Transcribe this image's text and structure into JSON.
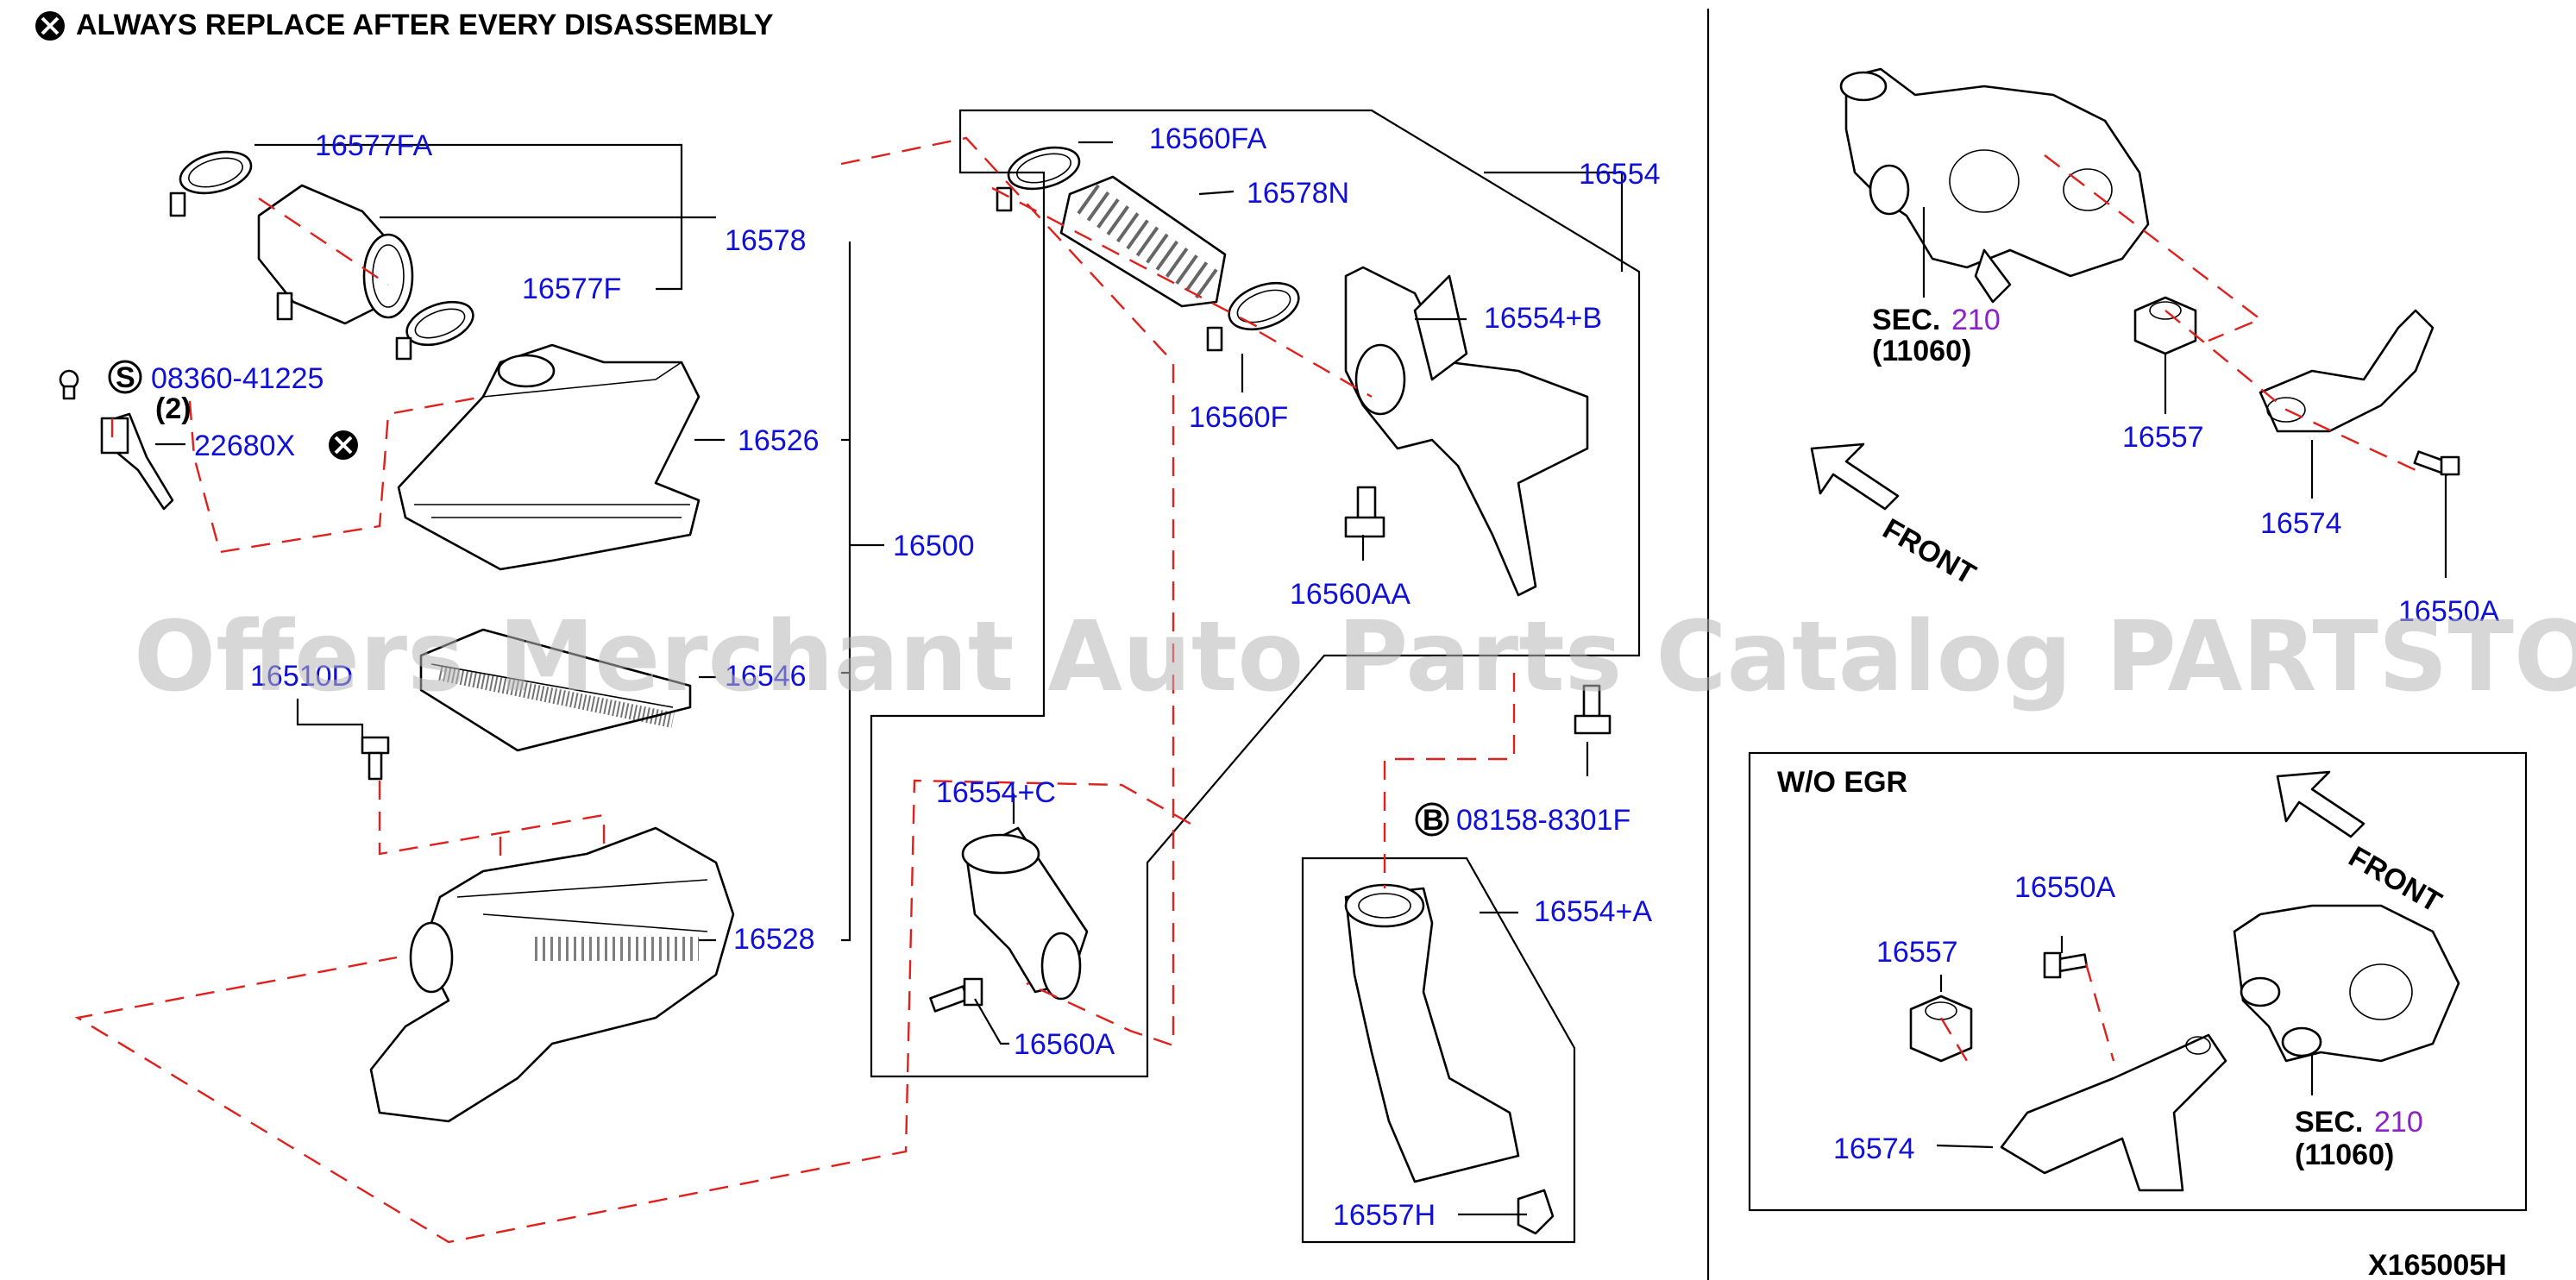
{
  "header": {
    "note": "ALWAYS REPLACE AFTER EVERY DISASSEMBLY"
  },
  "watermark": "Offers Merchant Auto Parts Catalog PARTSTORE.SA",
  "diagram_code": "X165005H",
  "labels": {
    "p16577FA": "16577FA",
    "p16578": "16578",
    "p16577F": "16577F",
    "p08360": "08360-41225",
    "qty2": "(2)",
    "p22680X": "22680X",
    "p16526": "16526",
    "p16500": "16500",
    "p16510D": "16510D",
    "p16546": "16546",
    "p16528": "16528",
    "p16560FA": "16560FA",
    "p16578N": "16578N",
    "p16554": "16554",
    "p16554B": "16554+B",
    "p16560F": "16560F",
    "p16560AA": "16560AA",
    "p16554C": "16554+C",
    "p16560A": "16560A",
    "p08158": "08158-8301F",
    "p16554A": "16554+A",
    "p16557H": "16557H",
    "sec_prefix": "SEC.",
    "sec_num": "210",
    "sec_code": "(11060)",
    "p16557": "16557",
    "p16574": "16574",
    "p16550A": "16550A",
    "front": "FRONT",
    "wo_egr_title": "W/O EGR",
    "inset_16550A": "16550A",
    "inset_16557": "16557",
    "inset_16574": "16574",
    "inset_sec_prefix": "SEC.",
    "inset_sec_num": "210",
    "inset_sec_code": "(11060)",
    "inset_front": "FRONT"
  },
  "symbols": {
    "s_marker": "S",
    "b_marker": "B"
  },
  "colors": {
    "part_number": "#1010d8",
    "leader_dash": "#e0201c",
    "section_ref": "#8a22c8"
  }
}
